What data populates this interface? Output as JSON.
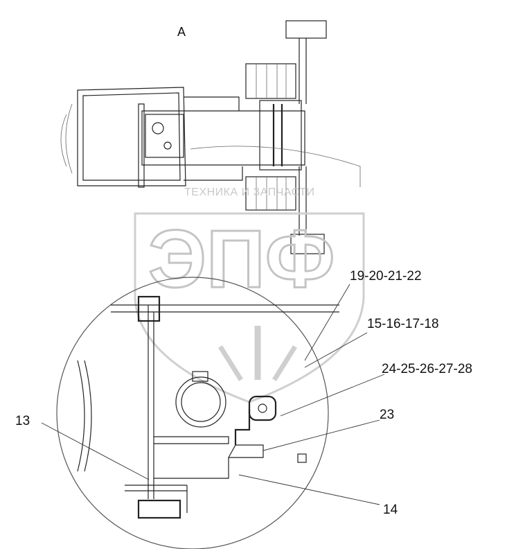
{
  "view_label": "А",
  "watermark": {
    "brand": "ТЕХНИКА И ЗАПЧАСТИ",
    "logo": "ЭПФ"
  },
  "callouts": [
    {
      "id": "c1",
      "text": "19-20-21-22"
    },
    {
      "id": "c2",
      "text": "15-16-17-18"
    },
    {
      "id": "c3",
      "text": "24-25-26-27-28"
    },
    {
      "id": "c4",
      "text": "23"
    },
    {
      "id": "c5",
      "text": "13"
    },
    {
      "id": "c6",
      "text": "14"
    }
  ]
}
